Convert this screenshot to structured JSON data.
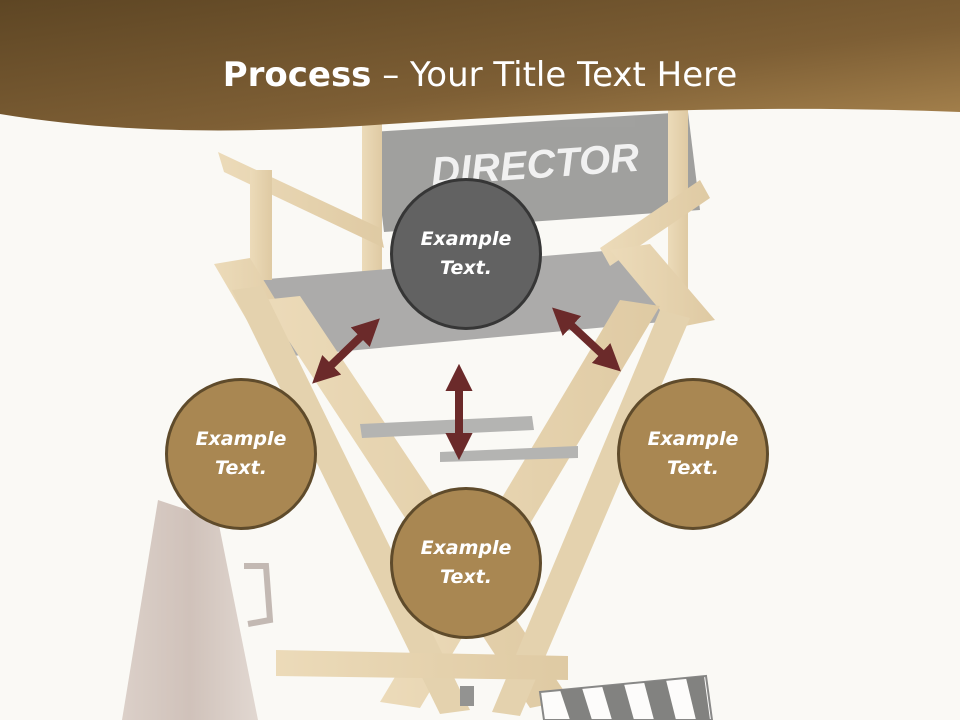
{
  "slide": {
    "title_bold": "Process",
    "title_rest": " – Your Title Text Here"
  },
  "background": {
    "chair_label": "DIRECTOR"
  },
  "nodes": {
    "top": {
      "text": "Example Text."
    },
    "left": {
      "text": "Example Text."
    },
    "right": {
      "text": "Example Text."
    },
    "bottom": {
      "text": "Example Text."
    }
  },
  "colors": {
    "banner": "#8a6a3c",
    "node_gold": "#a98752",
    "node_gray": "#626262",
    "arrow": "#6b2a2a",
    "background": "#faf9f5"
  }
}
